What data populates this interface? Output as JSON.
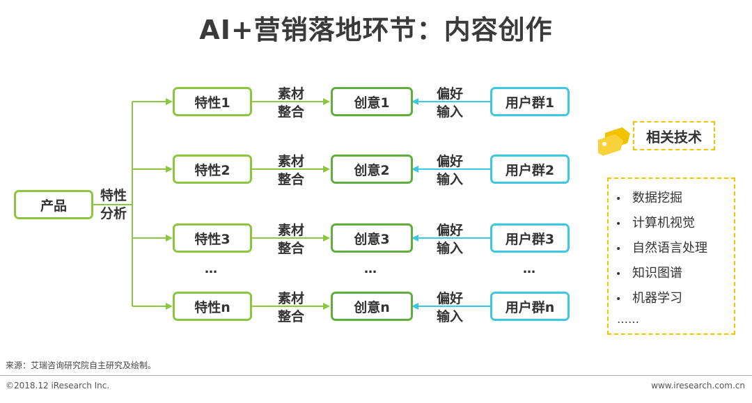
{
  "title": "AI+营销落地环节：内容创作",
  "product": "产品",
  "analysis_label": [
    "特性",
    "分析"
  ],
  "rows": [
    {
      "feature": "特性1",
      "mid_left": [
        "素材",
        "整合"
      ],
      "idea": "创意1",
      "mid_right": [
        "偏好",
        "输入"
      ],
      "user": "用户群1"
    },
    {
      "feature": "特性2",
      "mid_left": [
        "素材",
        "整合"
      ],
      "idea": "创意2",
      "mid_right": [
        "偏好",
        "输入"
      ],
      "user": "用户群2"
    },
    {
      "feature": "特性3",
      "mid_left": [
        "素材",
        "整合"
      ],
      "idea": "创意3",
      "mid_right": [
        "偏好",
        "输入"
      ],
      "user": "用户群3"
    },
    {
      "feature": "特性n",
      "mid_left": [
        "素材",
        "整合"
      ],
      "idea": "创意n",
      "mid_right": [
        "偏好",
        "输入"
      ],
      "user": "用户群n"
    }
  ],
  "ellipsis": "…",
  "tech": {
    "label": "相关技术",
    "items": [
      "数据挖掘",
      "计算机视觉",
      "自然语言处理",
      "知识图谱",
      "机器学习"
    ],
    "more": "……",
    "bullet": "•"
  },
  "footer": {
    "source": "来源：艾瑞咨询研究院自主研究及绘制。",
    "copyright": "©2018.12 iResearch Inc.",
    "website": "www.iresearch.com.cn"
  },
  "colors": {
    "green": "#8cc63f",
    "dark_green": "#5fae3d",
    "blue": "#3cc8e0",
    "yellow": "#f2c400"
  }
}
